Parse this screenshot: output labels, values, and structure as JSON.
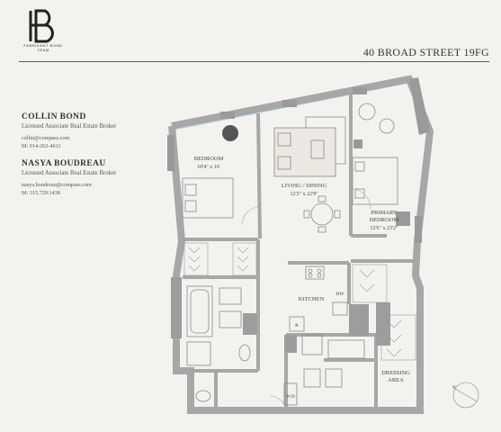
{
  "logo": {
    "mark": "B",
    "team_line1": "FABRIKANT BOND",
    "team_line2": "TEAM"
  },
  "address": "40 BROAD STREET 19FG",
  "agents": [
    {
      "name": "COLLIN BOND",
      "title": "Licensed Associate Real Estate Broker",
      "email": "collin@compass.com",
      "phone": "M: 914-263-4611"
    },
    {
      "name": "NASYA BOUDREAU",
      "title": "Licensed Associate Real Estate Broker",
      "email": "nasya.boudreau@compass.com",
      "phone": "M: 315.729.1438"
    }
  ],
  "rooms": {
    "bedroom": {
      "name": "BEDROOM",
      "dims": "10'4\" x 16'"
    },
    "living": {
      "name": "LIVING / DINING",
      "dims": "12'3\" x 22'9\""
    },
    "primary": {
      "name_line1": "PRIMARY",
      "name_line2": "BEDROOM",
      "dims": "12'6\" x 23'2\""
    },
    "kitchen": {
      "name": "KITCHEN"
    },
    "dw": "DW",
    "refrigerator": "R",
    "wd": "W/D",
    "dressing": {
      "line1": "DRESSING",
      "line2": "AREA"
    }
  },
  "colors": {
    "wall": "#a7a7a7",
    "window": "#bfe3ec",
    "background": "#f4f2ef",
    "furniture_stroke": "#8a8a8a"
  }
}
